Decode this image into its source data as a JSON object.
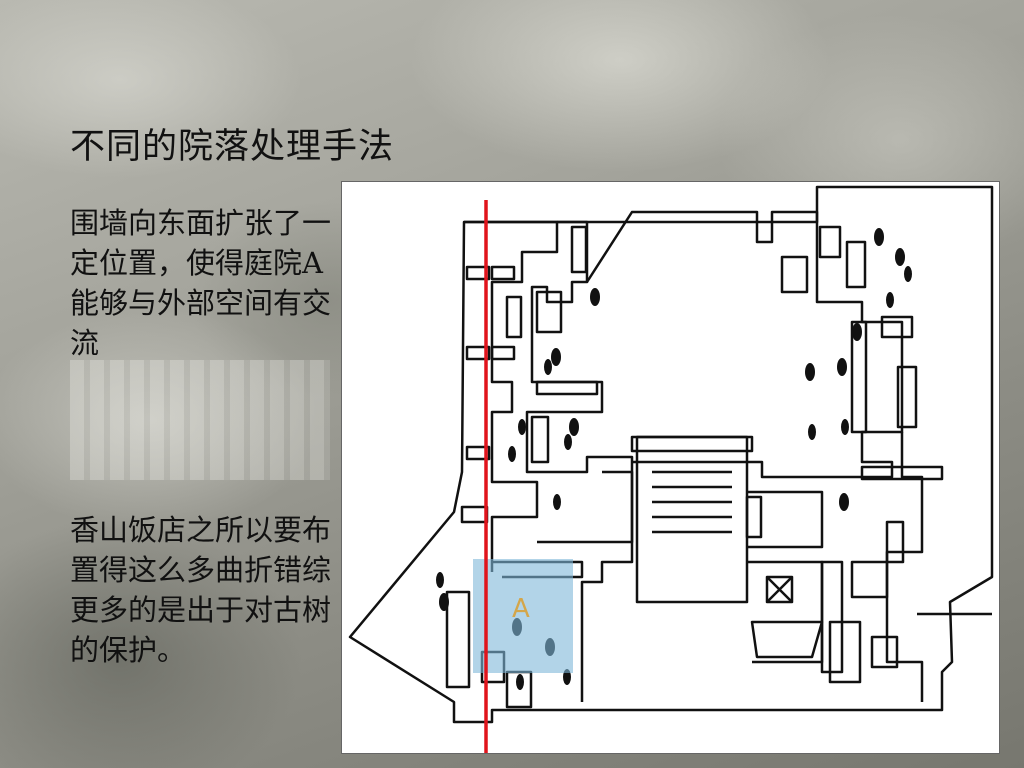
{
  "slide": {
    "title": "不同的院落处理手法",
    "paragraph_1": "围墙向东面扩张了一定位置，使得庭院A能够与外部空间有交流",
    "paragraph_2": "香山饭店之所以要布置得这么多曲折错综更多的是出于对古树的保护。"
  },
  "plan": {
    "courtyard_label": "A",
    "highlight_color": "#7fb8d8",
    "label_color": "#d4a64a",
    "boundary_line_color": "#e0141c"
  }
}
